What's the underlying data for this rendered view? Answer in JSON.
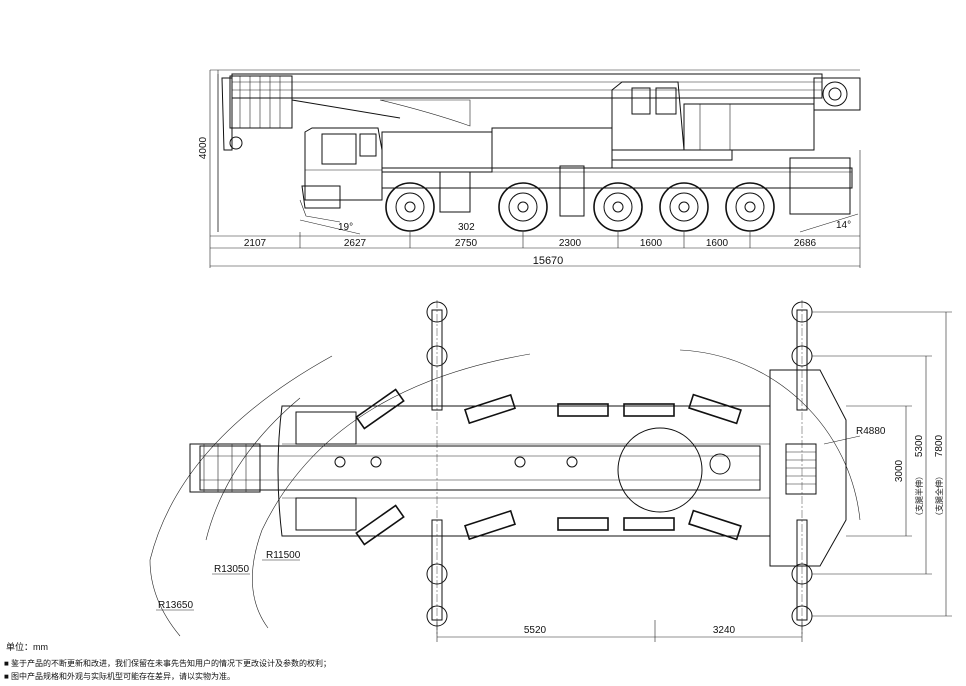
{
  "side_view": {
    "height_label": "4000",
    "angles": {
      "front": "19°",
      "rear": "14°"
    },
    "clearance_label": "302",
    "segments": [
      "2107",
      "2627",
      "2750",
      "2300",
      "1600",
      "1600",
      "2686"
    ],
    "total_length": "15670"
  },
  "top_view": {
    "radii": {
      "r1": "R4880",
      "r2": "R11500",
      "r3": "R13050",
      "r4": "R13650"
    },
    "outrigger_spans": [
      "5520",
      "3240"
    ],
    "widths": {
      "w1": "3000",
      "w2_value": "5300",
      "w2_note": "（支腿半伸）",
      "w3_value": "7800",
      "w3_note": "（支腿全伸）"
    }
  },
  "footer": {
    "unit": "单位：mm",
    "note1": "■ 鉴于产品的不断更新和改进，我们保留在未事先告知用户的情况下更改设计及参数的权利；",
    "note2": "■ 图中产品规格和外观与实际机型可能存在差异，请以实物为准。"
  }
}
